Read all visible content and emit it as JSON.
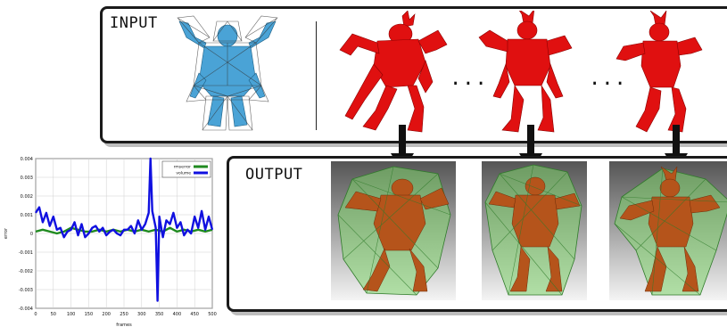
{
  "input_panel": {
    "label": "INPUT",
    "ellipsis_1": "...",
    "ellipsis_2": "..."
  },
  "output_panel": {
    "label": "OUTPUT"
  },
  "colors": {
    "mesh_red": "#e01010",
    "cage_blue": "#4aa3d6",
    "cage_green": "#7fd36b",
    "model_orange": "#b5541b"
  },
  "chart_data": {
    "type": "line",
    "xlabel": "frames",
    "ylabel": "error",
    "xlim": [
      0,
      500
    ],
    "ylim": [
      -0.004,
      0.004
    ],
    "xticks": [
      0,
      50,
      100,
      150,
      200,
      250,
      300,
      350,
      400,
      450,
      500
    ],
    "yticks": [
      -0.004,
      -0.003,
      -0.002,
      -0.001,
      0,
      0.001,
      0.002,
      0.003,
      0.004
    ],
    "ytick_labels": [
      "-0.004",
      "-0.003",
      "-0.002",
      "-0.001",
      "0",
      "0.001",
      "0.002",
      "0.003",
      "0.004"
    ],
    "grid": true,
    "legend": "top-right",
    "series": [
      {
        "name": "rmserror",
        "color": "#1f8a1f",
        "x": [
          0,
          20,
          40,
          60,
          80,
          100,
          120,
          140,
          160,
          180,
          200,
          220,
          240,
          260,
          280,
          300,
          320,
          340,
          360,
          380,
          400,
          420,
          440,
          460,
          480,
          500
        ],
        "y": [
          0.0001,
          0.0002,
          0.0001,
          0.0,
          0.0001,
          0.0003,
          0.0002,
          0.0001,
          0.0001,
          0.0002,
          0.0001,
          0.0002,
          0.0001,
          0.0002,
          0.0001,
          0.0002,
          0.0001,
          0.0002,
          0.0001,
          0.0003,
          0.0001,
          0.0002,
          0.0001,
          0.0002,
          0.0001,
          0.0002
        ]
      },
      {
        "name": "volume",
        "color": "#1010e0",
        "x": [
          0,
          10,
          20,
          30,
          40,
          50,
          60,
          70,
          80,
          90,
          100,
          110,
          120,
          130,
          140,
          150,
          160,
          170,
          180,
          190,
          200,
          210,
          220,
          230,
          240,
          250,
          260,
          270,
          280,
          290,
          300,
          310,
          320,
          325,
          330,
          340,
          345,
          350,
          360,
          370,
          380,
          390,
          400,
          410,
          420,
          430,
          440,
          450,
          460,
          470,
          480,
          490,
          500
        ],
        "y": [
          0.0011,
          0.0014,
          0.0006,
          0.0011,
          0.0004,
          0.0009,
          0.0002,
          0.0003,
          -0.0002,
          0.0001,
          0.0002,
          0.0006,
          -0.0001,
          0.0005,
          -0.0002,
          0.0,
          0.0003,
          0.0004,
          0.0001,
          0.0003,
          -0.0001,
          0.0001,
          0.0002,
          0.0,
          -0.0001,
          0.0002,
          0.0002,
          0.0004,
          0.0,
          0.0007,
          0.0002,
          0.0005,
          0.0011,
          0.004,
          0.0012,
          0.0003,
          -0.0036,
          0.0009,
          -0.0002,
          0.0007,
          0.0005,
          0.0011,
          0.0003,
          0.0006,
          -0.0001,
          0.0002,
          0.0,
          0.0009,
          0.0003,
          0.0012,
          0.0002,
          0.0009,
          0.0002
        ]
      }
    ]
  }
}
